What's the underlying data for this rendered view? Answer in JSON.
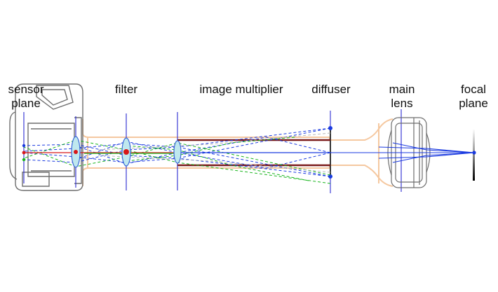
{
  "labels": {
    "sensor_plane_1": "sensor",
    "sensor_plane_2": "plane",
    "filter": "filter",
    "image_multiplier": "image multiplier",
    "diffuser": "diffuser",
    "main_lens_1": "main",
    "main_lens_2": "lens",
    "focal_plane_1": "focal",
    "focal_plane_2": "plane"
  },
  "colors": {
    "housing": "#f5c8a0",
    "camera_outline": "#6e6e6e",
    "axis": "#2a2ad0",
    "lens_fill": "#bfe8ee",
    "lens_edge": "#3a6ad8",
    "multiplier_mirror": "#7a1a1a",
    "ray_blue": "#1a3ae0",
    "ray_green": "#19b51e",
    "ray_red": "#d81818",
    "ray_grey": "#b8b8b8"
  }
}
